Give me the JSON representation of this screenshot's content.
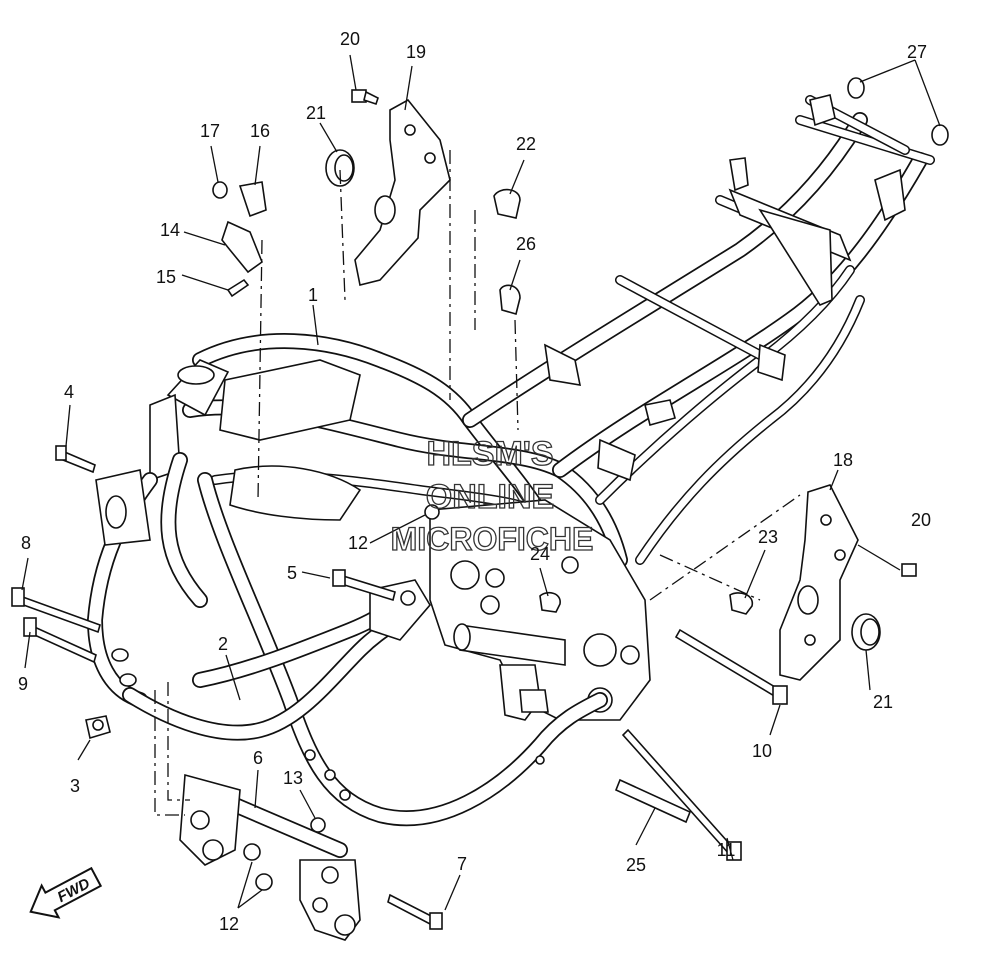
{
  "callouts": [
    {
      "id": "c1",
      "text": "1"
    },
    {
      "id": "c2",
      "text": "2"
    },
    {
      "id": "c3",
      "text": "3"
    },
    {
      "id": "c4",
      "text": "4"
    },
    {
      "id": "c5",
      "text": "5"
    },
    {
      "id": "c6",
      "text": "6"
    },
    {
      "id": "c7",
      "text": "7"
    },
    {
      "id": "c8",
      "text": "8"
    },
    {
      "id": "c9",
      "text": "9"
    },
    {
      "id": "c10",
      "text": "10"
    },
    {
      "id": "c11",
      "text": "11"
    },
    {
      "id": "c12a",
      "text": "12"
    },
    {
      "id": "c12b",
      "text": "12"
    },
    {
      "id": "c13",
      "text": "13"
    },
    {
      "id": "c14",
      "text": "14"
    },
    {
      "id": "c15",
      "text": "15"
    },
    {
      "id": "c16",
      "text": "16"
    },
    {
      "id": "c17",
      "text": "17"
    },
    {
      "id": "c18",
      "text": "18"
    },
    {
      "id": "c19",
      "text": "19"
    },
    {
      "id": "c20a",
      "text": "20"
    },
    {
      "id": "c20b",
      "text": "20"
    },
    {
      "id": "c21a",
      "text": "21"
    },
    {
      "id": "c21b",
      "text": "21"
    },
    {
      "id": "c22",
      "text": "22"
    },
    {
      "id": "c23",
      "text": "23"
    },
    {
      "id": "c24",
      "text": "24"
    },
    {
      "id": "c25",
      "text": "25"
    },
    {
      "id": "c26",
      "text": "26"
    },
    {
      "id": "c27",
      "text": "27"
    }
  ],
  "watermark": {
    "line1": "HLSM'S",
    "line2": "ONLINE",
    "line3": "MICROFICHE"
  },
  "fwd_label": "FWD"
}
